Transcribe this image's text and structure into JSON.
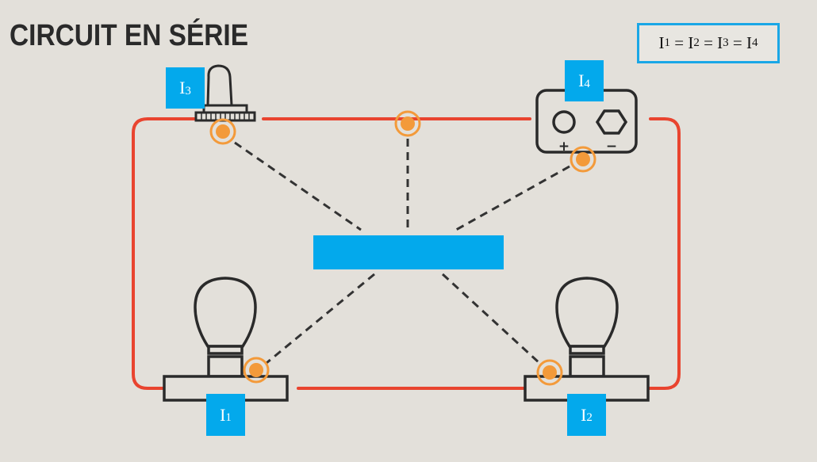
{
  "title": "CIRCUIT EN SÉRIE",
  "formula": {
    "parts": [
      {
        "main": "I",
        "sub": "1"
      },
      {
        "op": " = "
      },
      {
        "main": "I",
        "sub": "2"
      },
      {
        "op": " = "
      },
      {
        "main": "I",
        "sub": "3"
      },
      {
        "op": " = "
      },
      {
        "main": "I",
        "sub": "4"
      }
    ]
  },
  "labels": {
    "switch": {
      "main": "I",
      "sub": "3"
    },
    "battery": {
      "main": "I",
      "sub": "4"
    },
    "bulb_left": {
      "main": "I",
      "sub": "1"
    },
    "bulb_right": {
      "main": "I",
      "sub": "2"
    }
  },
  "battery": {
    "plus": "+",
    "minus": "−"
  },
  "colors": {
    "wire": "#e9442f",
    "probe": "#f39a3a",
    "accent": "#03a9ec",
    "outline": "#2a2a2a"
  }
}
